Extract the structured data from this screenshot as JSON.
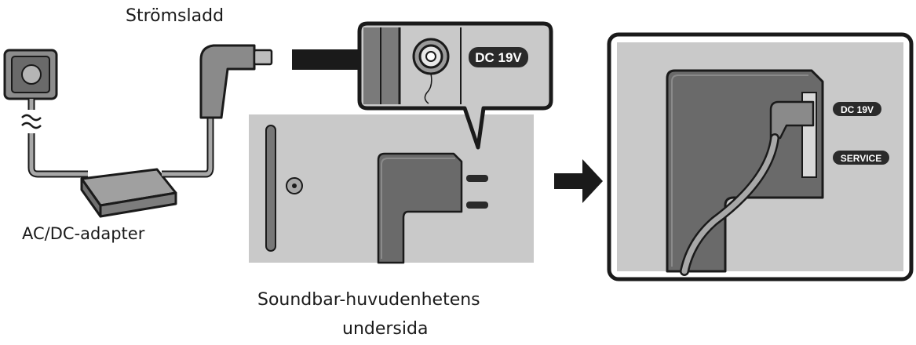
{
  "labels": {
    "power_cord": "Strömsladd",
    "adapter": "AC/DC-adapter",
    "bottom_line1": "Soundbar-huvudenhetens",
    "bottom_line2": "undersida"
  },
  "jack_labels": {
    "dc": "DC 19V",
    "service": "SERVICE"
  },
  "colors": {
    "outline": "#1a1a1a",
    "panel_grey": "#c8c8c8",
    "cable_grey": "#a8a8a8",
    "dark_grey": "#555555"
  }
}
